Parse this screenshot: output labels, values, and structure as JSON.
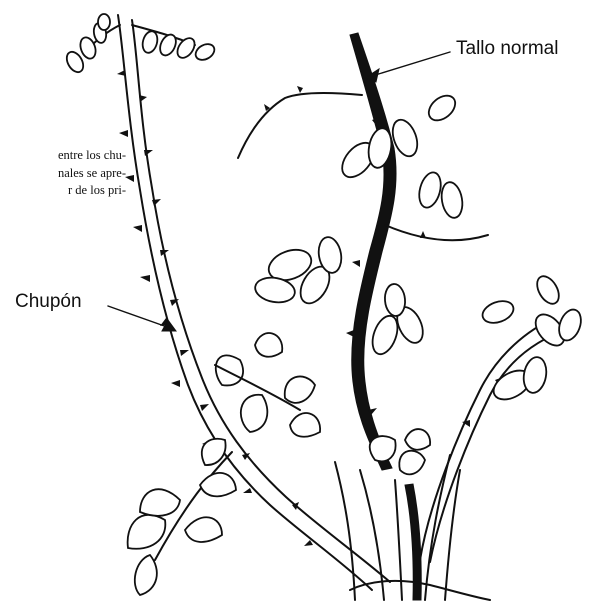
{
  "caption": {
    "line1": "entre los chu-",
    "line2": "nales se apre-",
    "line3": "r de los pri-"
  },
  "labels": {
    "normal_stem": "Tallo normal",
    "sucker": "Chupón"
  },
  "colors": {
    "ink": "#111111",
    "paper": "#ffffff"
  }
}
